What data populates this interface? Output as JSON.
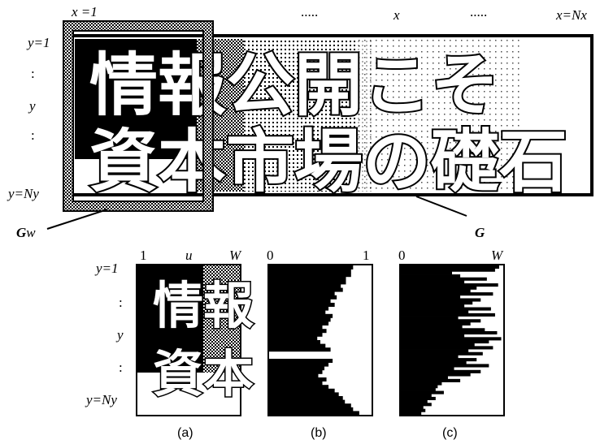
{
  "top": {
    "x_labels": [
      "x =1",
      ".....",
      "x",
      ".....",
      "x=Nx"
    ],
    "y_labels": [
      "y=1",
      ":",
      "y",
      ":",
      "y=Ny"
    ],
    "headline_line1": "情報公開こそ",
    "headline_line2": "資本市場の礎石",
    "gw_label_bold": "G",
    "gw_label_rest": "w",
    "g_label": "G"
  },
  "panel_a": {
    "top_labels": [
      "1",
      "u",
      "W"
    ],
    "y_labels": [
      "y=1",
      ":",
      "y",
      ":",
      "y=Ny"
    ],
    "chars_line1": "情報",
    "chars_line2": "資本",
    "caption": "(a)"
  },
  "panel_b": {
    "top_labels": [
      "0",
      "1"
    ],
    "caption": "(b)",
    "profile": [
      0.82,
      0.8,
      0.8,
      0.75,
      0.75,
      0.7,
      0.72,
      0.64,
      0.66,
      0.6,
      0.64,
      0.58,
      0.55,
      0.62,
      0.6,
      0.58,
      0.52,
      0.56,
      0.52,
      0.47,
      0.5,
      0.55,
      0.6,
      0.0,
      0.0,
      0.62,
      0.58,
      0.54,
      0.52,
      0.48,
      0.56,
      0.52,
      0.58,
      0.64,
      0.68,
      0.72,
      0.74,
      0.8,
      0.82,
      0.88
    ]
  },
  "panel_c": {
    "top_labels": [
      "0",
      "W"
    ],
    "caption": "(c)",
    "profile": [
      0.96,
      0.92,
      0.5,
      0.58,
      0.84,
      0.62,
      0.95,
      0.74,
      0.68,
      0.9,
      0.58,
      0.78,
      0.7,
      0.62,
      0.88,
      0.66,
      0.92,
      0.56,
      0.78,
      0.68,
      0.6,
      0.82,
      0.94,
      0.62,
      0.98,
      0.86,
      0.72,
      0.9,
      0.66,
      0.8,
      0.56,
      0.74,
      0.64,
      0.86,
      0.52,
      0.78,
      0.68,
      0.46,
      0.58,
      0.4,
      0.36,
      0.34,
      0.42,
      0.3,
      0.34,
      0.26,
      0.3,
      0.22,
      0.24,
      0.2
    ]
  }
}
